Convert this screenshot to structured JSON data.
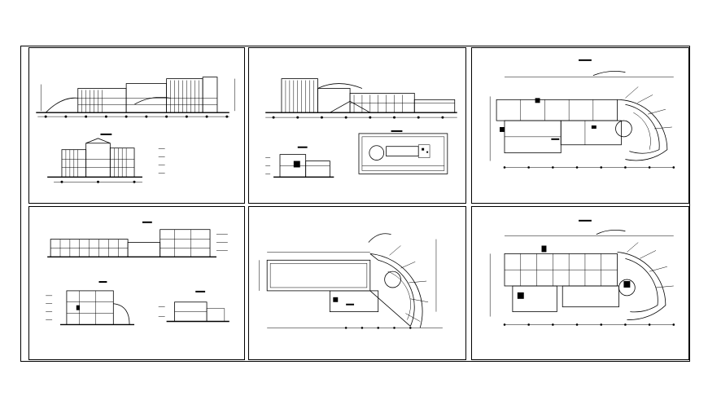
{
  "drawing_set": {
    "panels": [
      {
        "id": "panel-1",
        "content": "elevations-and-section"
      },
      {
        "id": "panel-2",
        "content": "elevation-sections-site-plan"
      },
      {
        "id": "panel-3",
        "content": "floor-plan-curved-wing"
      },
      {
        "id": "panel-4",
        "content": "elevations-sections"
      },
      {
        "id": "panel-5",
        "content": "roof-plan-curved-wing"
      },
      {
        "id": "panel-6",
        "content": "floor-plan-curved-wing"
      }
    ]
  },
  "colors": {
    "line": "#000000",
    "paper": "#ffffff"
  }
}
